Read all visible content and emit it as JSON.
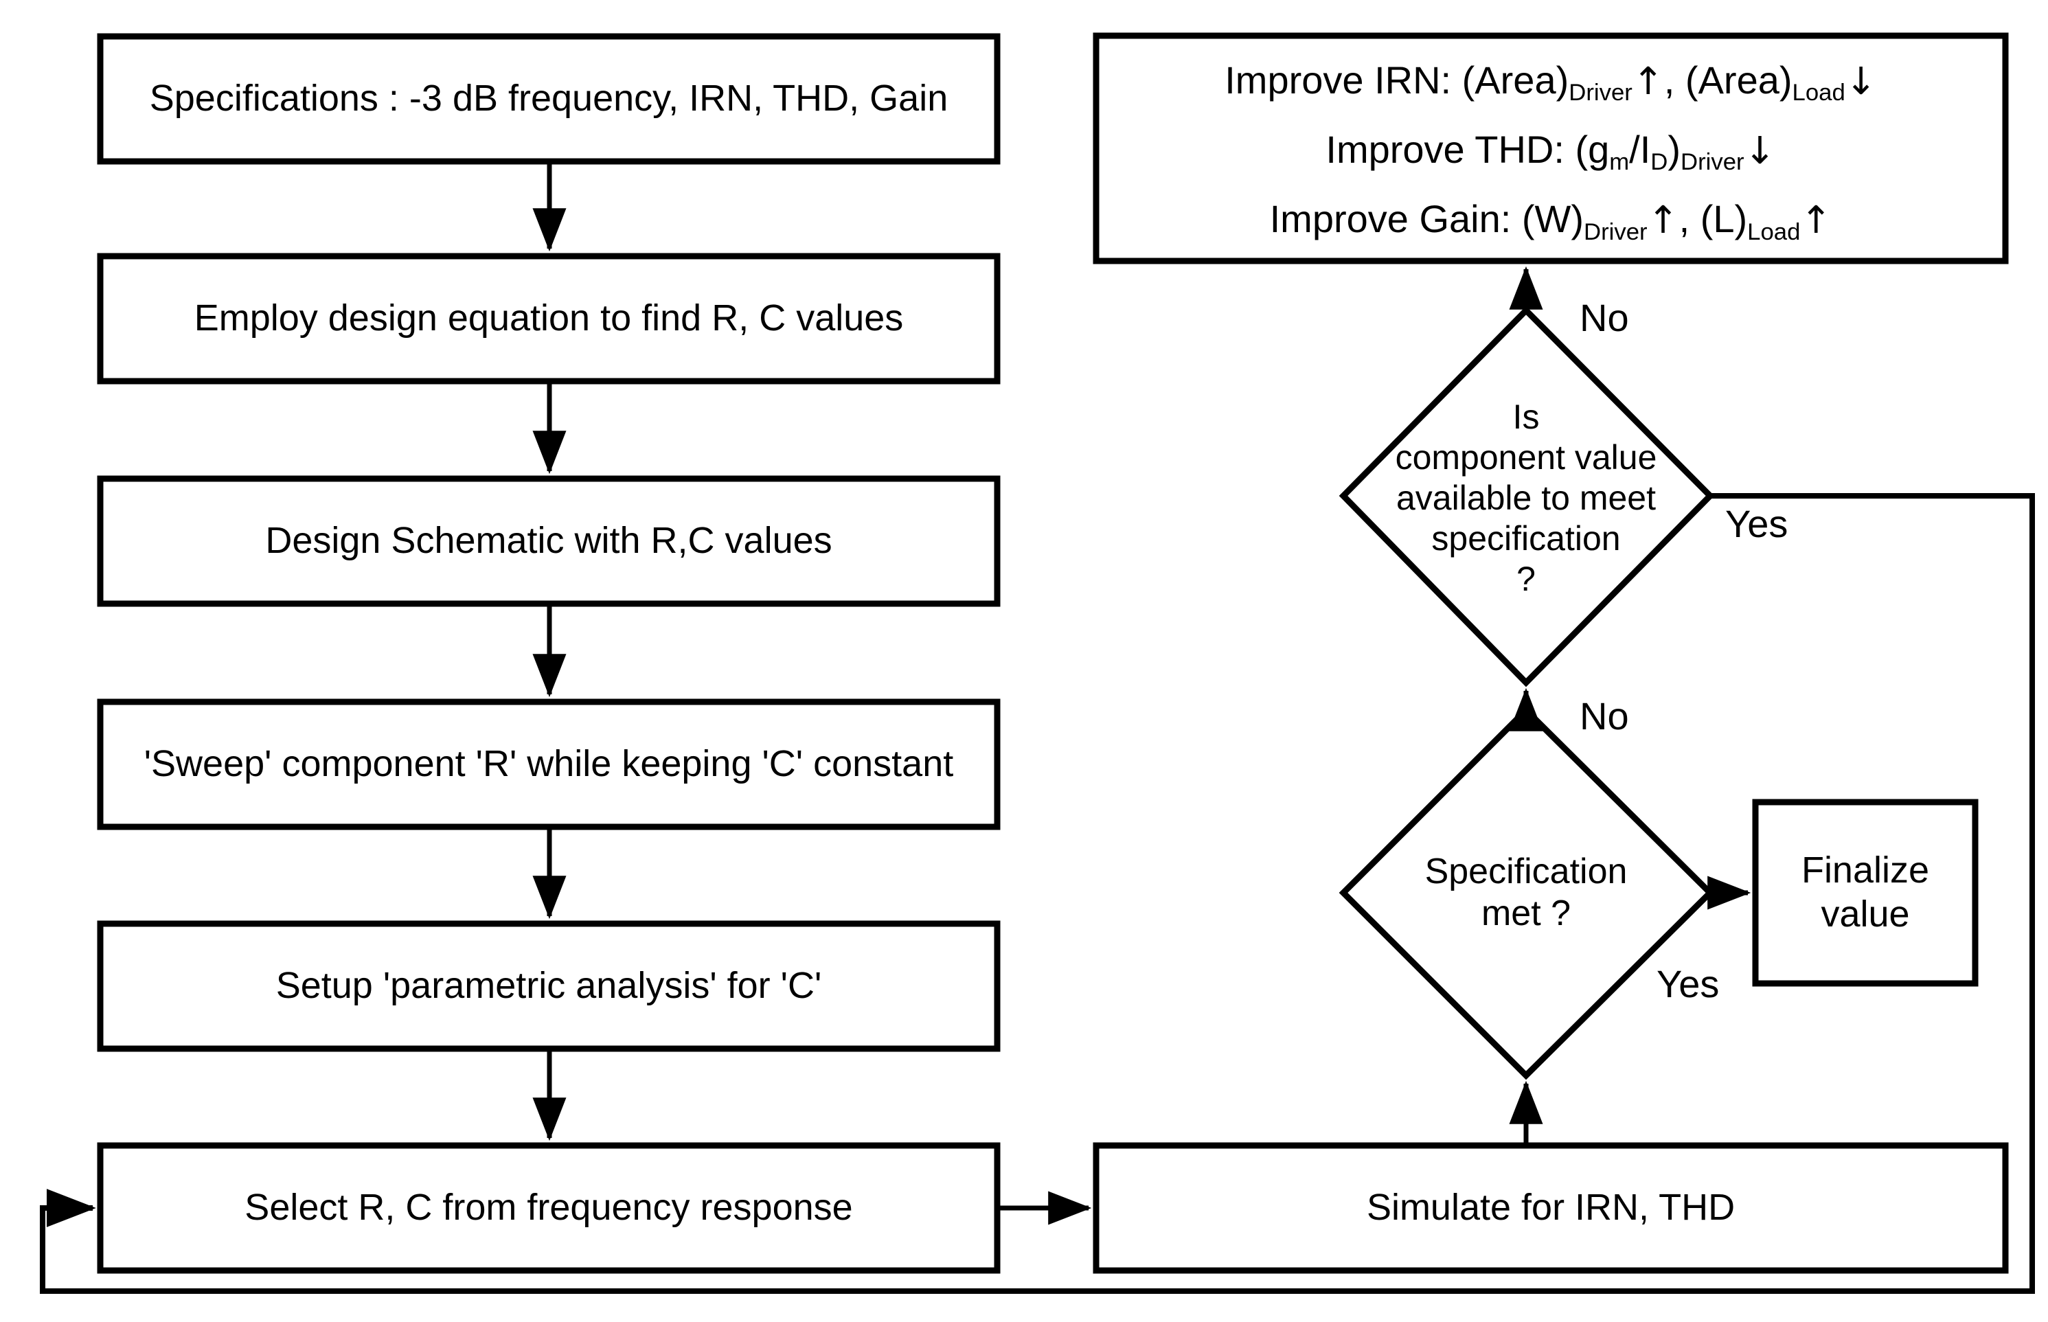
{
  "diagram": {
    "title": "RC filter design flow chart",
    "stroke_color": "#000000",
    "background_color": "#ffffff"
  },
  "left_column": {
    "steps": [
      {
        "id": "specifications",
        "label": "Specifications : -3 dB frequency, IRN, THD, Gain"
      },
      {
        "id": "design-equation",
        "label": "Employ design equation to find R, C values"
      },
      {
        "id": "design-schematic",
        "label": "Design Schematic with R,C values"
      },
      {
        "id": "sweep-r",
        "label": "'Sweep' component 'R' while keeping 'C' constant"
      },
      {
        "id": "parametric-analysis",
        "label": "Setup 'parametric analysis' for 'C'"
      },
      {
        "id": "select-rc",
        "label": "Select R, C from frequency response"
      }
    ]
  },
  "right_column": {
    "improve_box": {
      "id": "improve-box",
      "lines": [
        {
          "id": "improve-irn",
          "prefix": "Improve IRN: (Area)",
          "sub1": "Driver",
          "arrow1": "↑",
          "mid": ",  (Area)",
          "sub2": "Load",
          "arrow2": "↓"
        },
        {
          "id": "improve-thd",
          "prefix": "Improve THD: (g",
          "sub1": "m",
          "mid1": "/I",
          "sub2": "D",
          "mid2": ")",
          "sub3": "Driver",
          "arrow1": "↓"
        },
        {
          "id": "improve-gain",
          "prefix": "Improve Gain: (W)",
          "sub1": "Driver",
          "arrow1": "↑",
          "mid": ",  (L)",
          "sub2": "Load",
          "arrow2": "↑"
        }
      ]
    },
    "decision_component": {
      "id": "decision-component-value",
      "label": "Is\ncomponent value\navailable to meet\nspecification\n?",
      "branch_no": "No",
      "branch_yes": "Yes"
    },
    "decision_spec": {
      "id": "decision-specification-met",
      "label": "Specification\nmet ?",
      "branch_no": "No",
      "branch_yes": "Yes"
    },
    "finalize": {
      "id": "finalize-value",
      "label": "Finalize\nvalue"
    },
    "simulate": {
      "id": "simulate-irn-thd",
      "label": "Simulate for IRN, THD"
    }
  }
}
